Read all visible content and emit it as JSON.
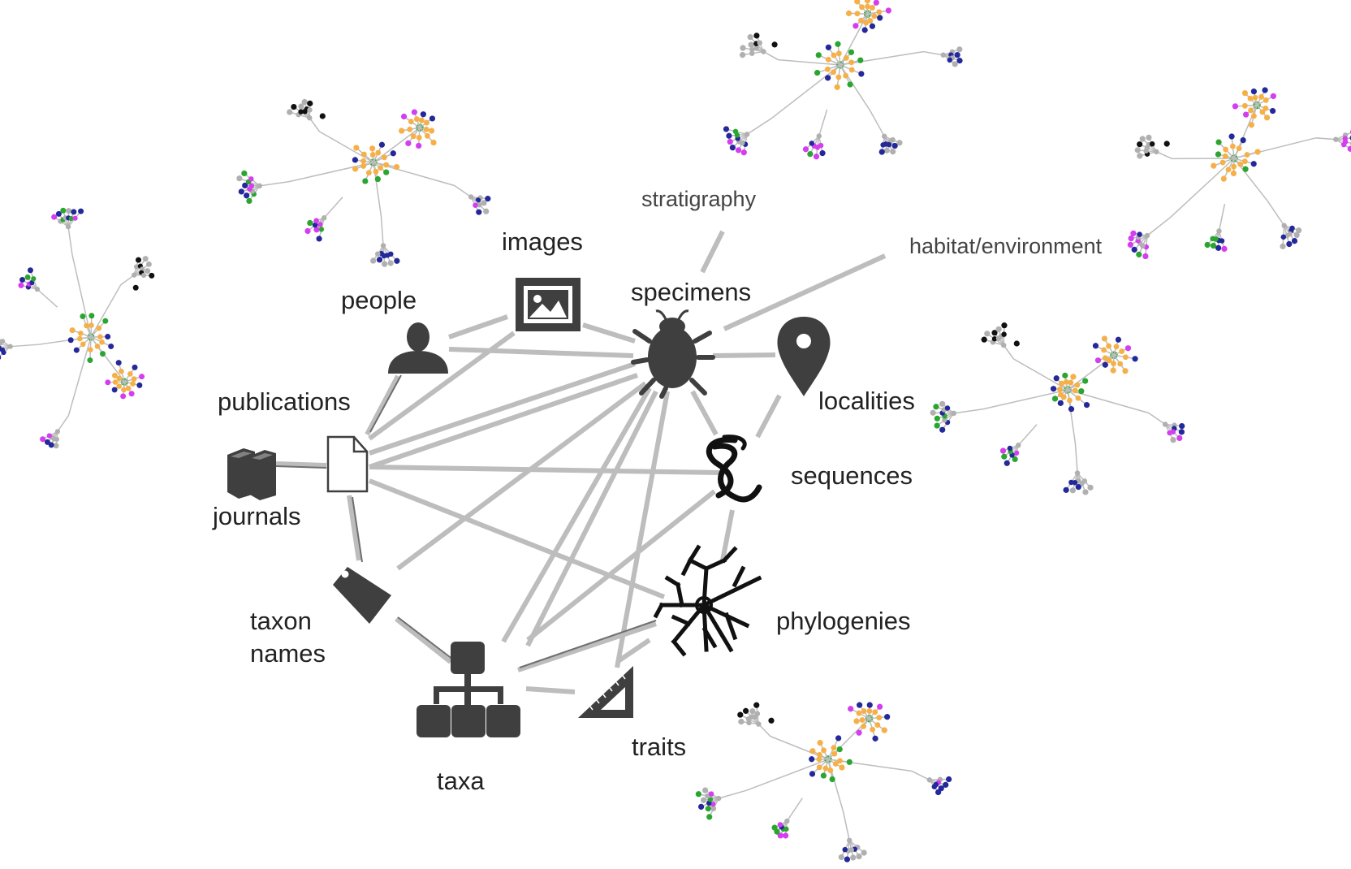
{
  "nodes": {
    "people": "people",
    "images": "images",
    "specimens": "specimens",
    "localities": "localities",
    "publications": "publications",
    "journals": "journals",
    "sequences": "sequences",
    "taxon_names_line1": "taxon",
    "taxon_names_line2": "names",
    "phylogenies": "phylogenies",
    "taxa": "taxa",
    "traits": "traits"
  },
  "annotations": {
    "stratigraphy": "stratigraphy",
    "habitat": "habitat/environment"
  },
  "colors": {
    "edge": "#bdbdbd",
    "icon": "#3f3f3f",
    "cluster_grey": "#b0b0b0",
    "cluster_orange": "#f5b04a",
    "cluster_green": "#2aa52f",
    "cluster_blue": "#23289a",
    "cluster_magenta": "#d43df0",
    "cluster_black": "#111111"
  },
  "icons": [
    "person-icon",
    "image-icon",
    "beetle-icon",
    "map-pin-icon",
    "document-icon",
    "books-icon",
    "dna-icon",
    "tag-icon",
    "phylogeny-tree-icon",
    "hierarchy-icon",
    "set-square-ruler-icon"
  ]
}
